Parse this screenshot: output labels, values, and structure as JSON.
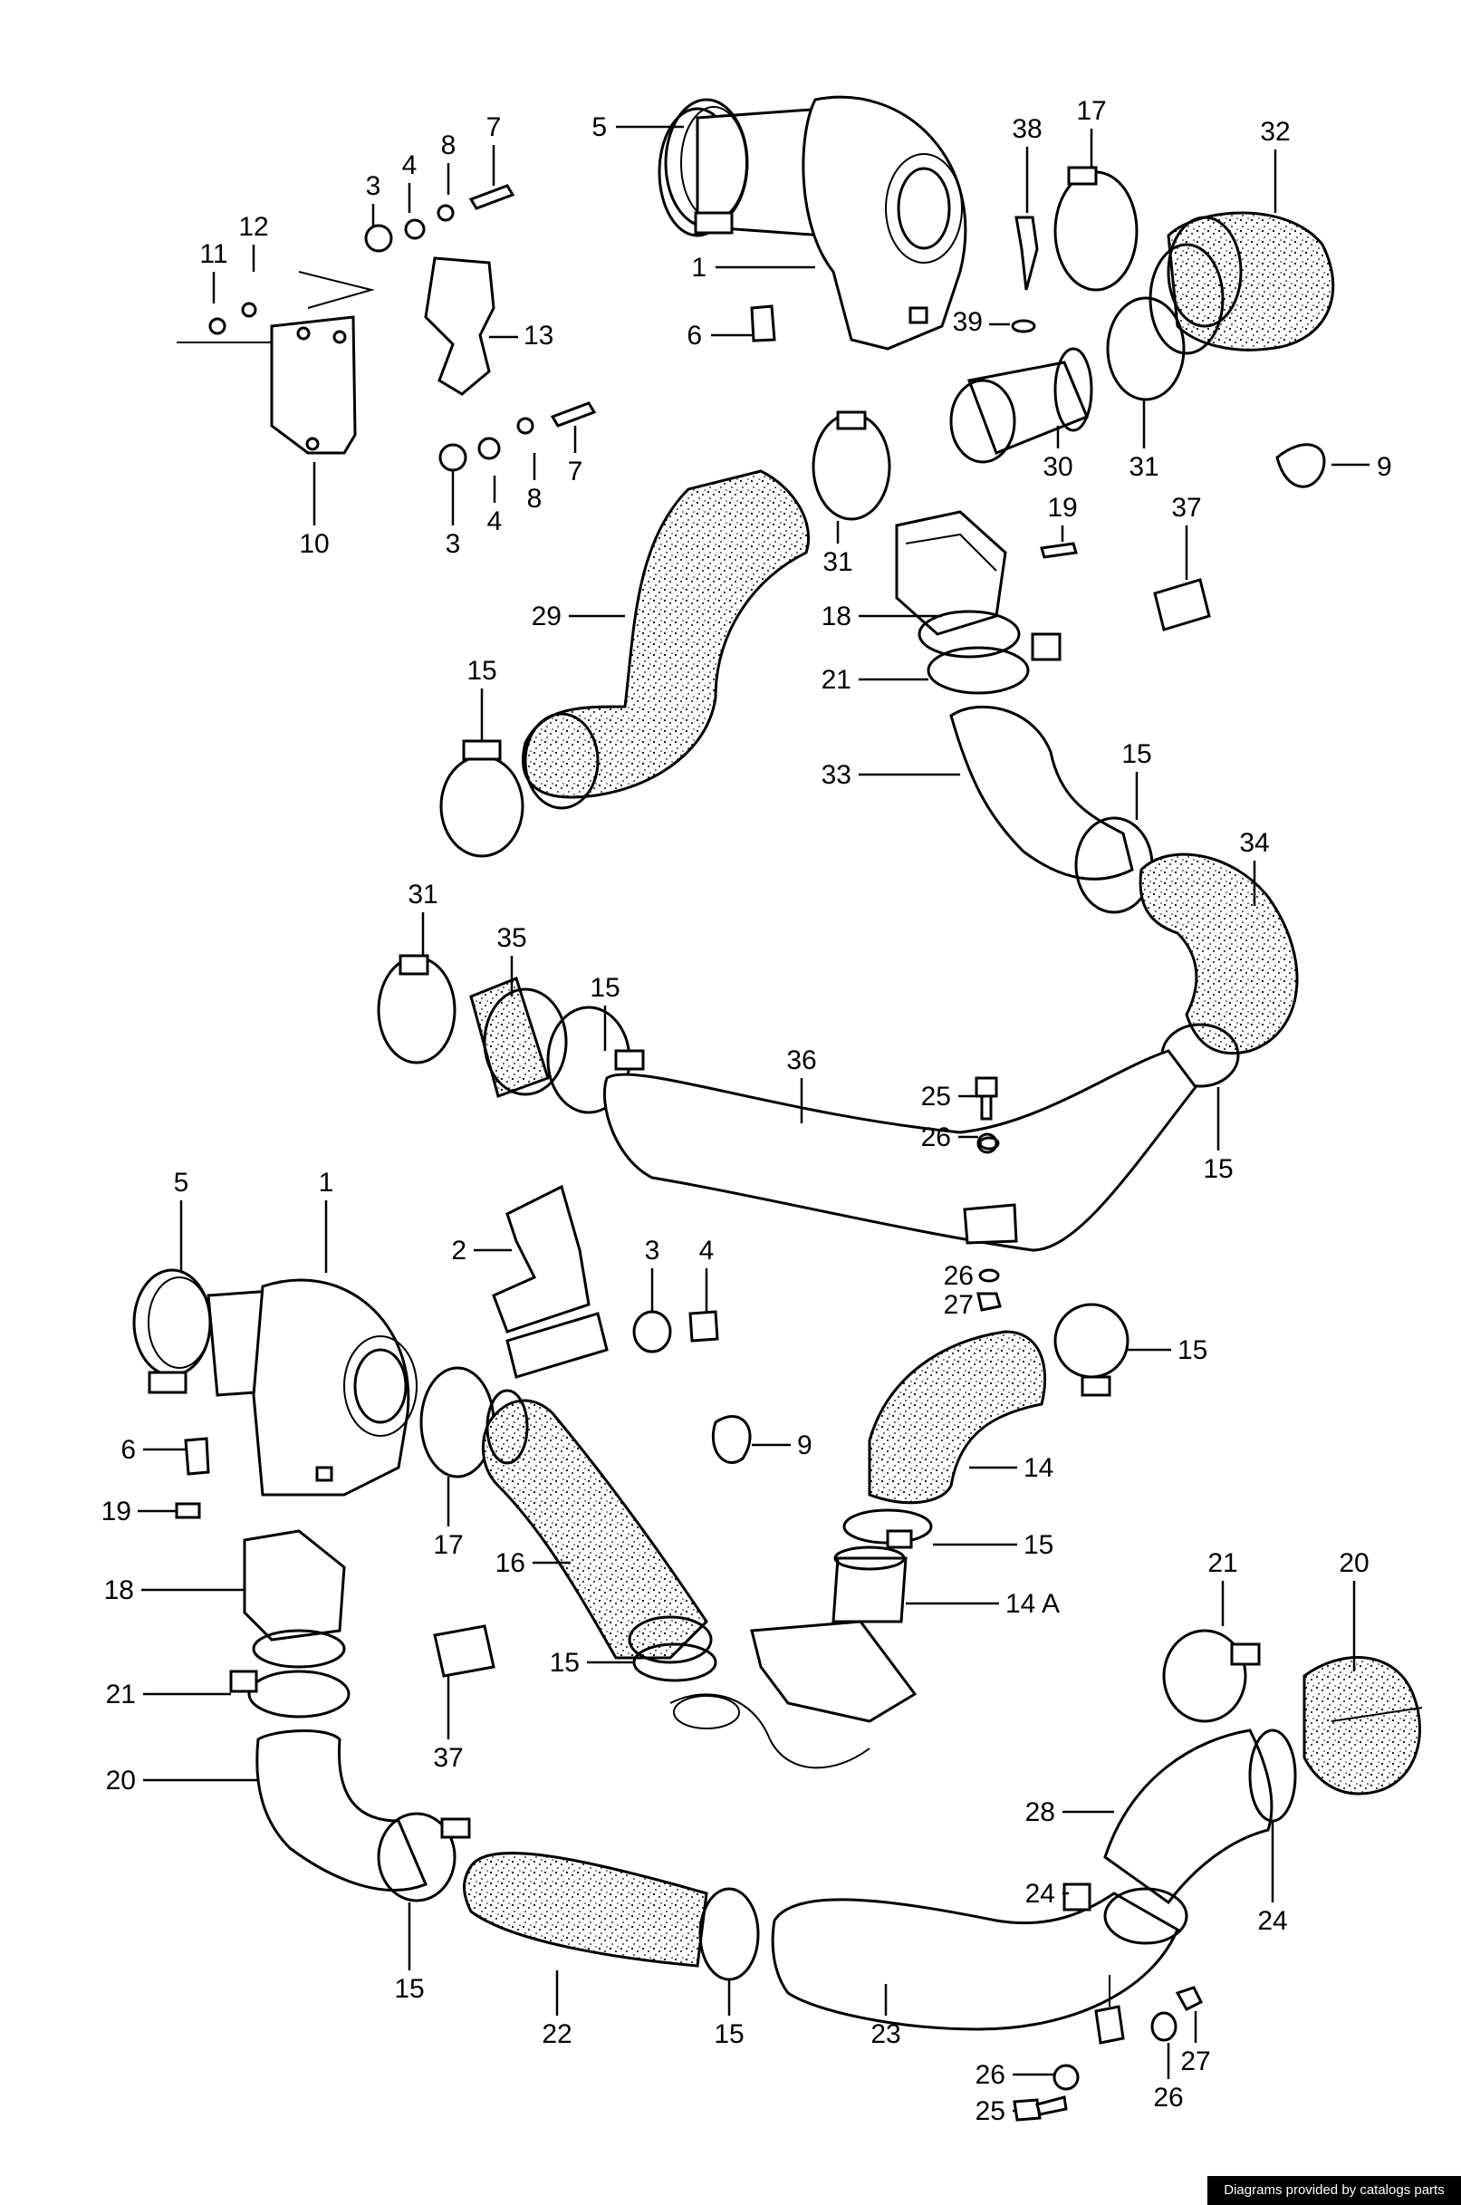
{
  "callouts": [
    {
      "id": "c1",
      "text": "5"
    },
    {
      "id": "c2",
      "text": "7"
    },
    {
      "id": "c3",
      "text": "8"
    },
    {
      "id": "c4",
      "text": "4"
    },
    {
      "id": "c5",
      "text": "3"
    },
    {
      "id": "c6",
      "text": "12"
    },
    {
      "id": "c7",
      "text": "11"
    },
    {
      "id": "c8",
      "text": "13"
    },
    {
      "id": "c9",
      "text": "7"
    },
    {
      "id": "c10",
      "text": "8"
    },
    {
      "id": "c11",
      "text": "4"
    },
    {
      "id": "c12",
      "text": "3"
    },
    {
      "id": "c13",
      "text": "10"
    },
    {
      "id": "c14",
      "text": "1"
    },
    {
      "id": "c15",
      "text": "6"
    },
    {
      "id": "c16",
      "text": "38"
    },
    {
      "id": "c17",
      "text": "17"
    },
    {
      "id": "c18",
      "text": "32"
    },
    {
      "id": "c19",
      "text": "39"
    },
    {
      "id": "c20",
      "text": "31"
    },
    {
      "id": "c21",
      "text": "30"
    },
    {
      "id": "c22",
      "text": "9"
    },
    {
      "id": "c23",
      "text": "31"
    },
    {
      "id": "c24",
      "text": "19"
    },
    {
      "id": "c25",
      "text": "37"
    },
    {
      "id": "c26",
      "text": "18"
    },
    {
      "id": "c27",
      "text": "29"
    },
    {
      "id": "c28",
      "text": "21"
    },
    {
      "id": "c29",
      "text": "15"
    },
    {
      "id": "c30",
      "text": "33"
    },
    {
      "id": "c31",
      "text": "15"
    },
    {
      "id": "c32",
      "text": "34"
    },
    {
      "id": "c33",
      "text": "31"
    },
    {
      "id": "c34",
      "text": "35"
    },
    {
      "id": "c35",
      "text": "15"
    },
    {
      "id": "c36",
      "text": "36"
    },
    {
      "id": "c37",
      "text": "25"
    },
    {
      "id": "c38",
      "text": "26"
    },
    {
      "id": "c39",
      "text": "15"
    },
    {
      "id": "c40",
      "text": "5"
    },
    {
      "id": "c41",
      "text": "1"
    },
    {
      "id": "c42",
      "text": "2"
    },
    {
      "id": "c43",
      "text": "3"
    },
    {
      "id": "c44",
      "text": "4"
    },
    {
      "id": "c45",
      "text": "26"
    },
    {
      "id": "c46",
      "text": "27"
    },
    {
      "id": "c47",
      "text": "15"
    },
    {
      "id": "c48",
      "text": "6"
    },
    {
      "id": "c49",
      "text": "9"
    },
    {
      "id": "c50",
      "text": "14"
    },
    {
      "id": "c51",
      "text": "19"
    },
    {
      "id": "c52",
      "text": "17"
    },
    {
      "id": "c53",
      "text": "16"
    },
    {
      "id": "c54",
      "text": "15"
    },
    {
      "id": "c55",
      "text": "18"
    },
    {
      "id": "c56",
      "text": "14 A"
    },
    {
      "id": "c57",
      "text": "15"
    },
    {
      "id": "c58",
      "text": "21"
    },
    {
      "id": "c59",
      "text": "20"
    },
    {
      "id": "c60",
      "text": "21"
    },
    {
      "id": "c61",
      "text": "37"
    },
    {
      "id": "c62",
      "text": "20"
    },
    {
      "id": "c63",
      "text": "28"
    },
    {
      "id": "c64",
      "text": "24"
    },
    {
      "id": "c65",
      "text": "24"
    },
    {
      "id": "c66",
      "text": "15"
    },
    {
      "id": "c67",
      "text": "22"
    },
    {
      "id": "c68",
      "text": "15"
    },
    {
      "id": "c69",
      "text": "23"
    },
    {
      "id": "c70",
      "text": "27"
    },
    {
      "id": "c71",
      "text": "26"
    },
    {
      "id": "c72",
      "text": "26"
    },
    {
      "id": "c73",
      "text": "25"
    }
  ],
  "footer": {
    "credit": "Diagrams provided by catalogs parts"
  }
}
